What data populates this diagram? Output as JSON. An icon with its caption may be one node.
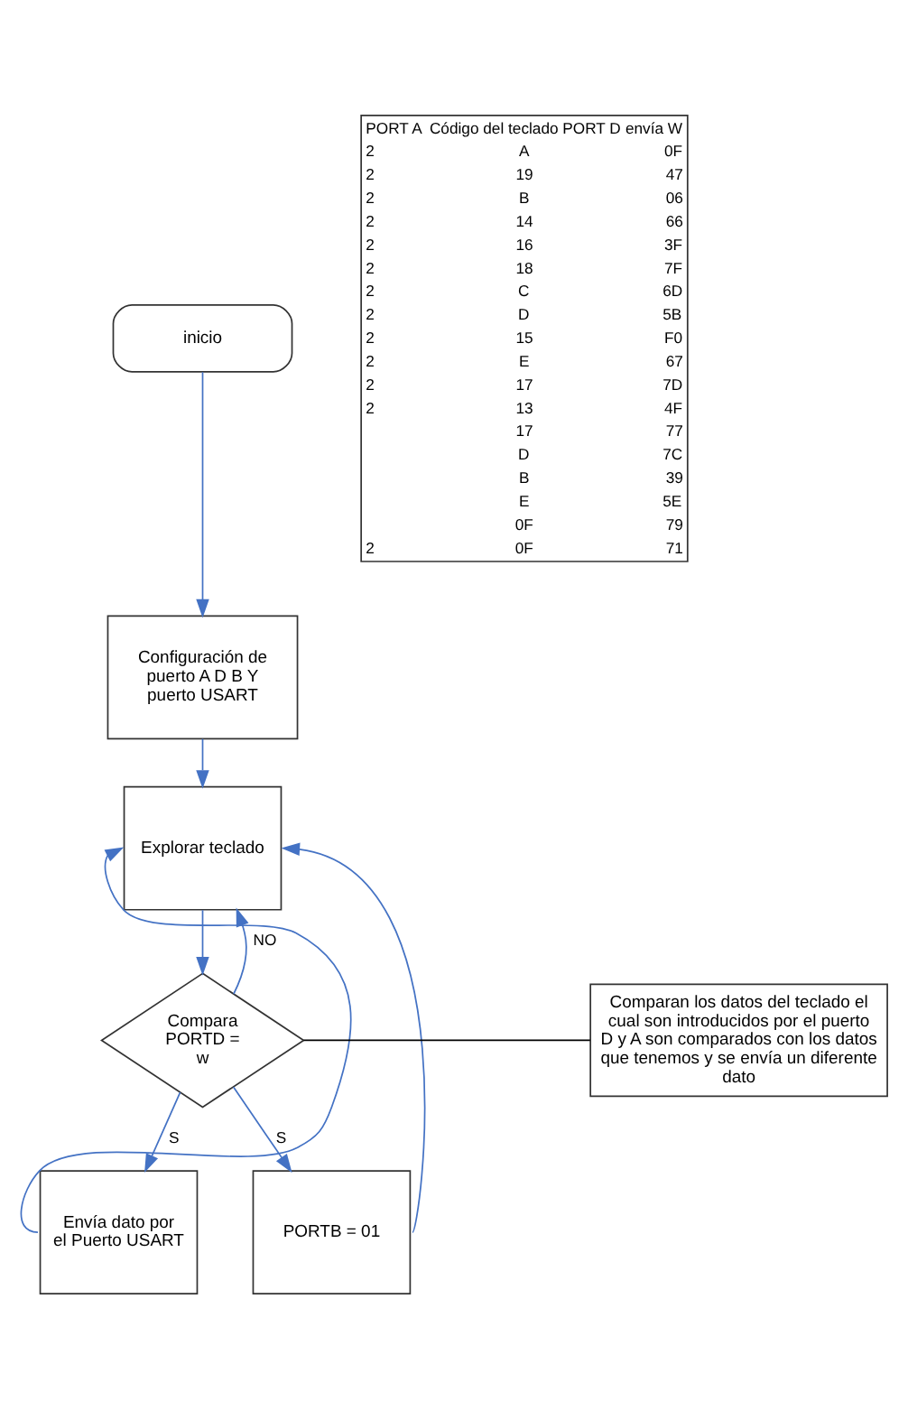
{
  "diagram": {
    "nodes": [
      {
        "text": [
          "inicio"
        ]
      },
      {
        "text": [
          "Configuración de puerto A D B Y puerto USART"
        ]
      },
      {
        "text": [
          "Explorar teclado"
        ]
      },
      {
        "text": [
          "Compara PORTD = w"
        ]
      },
      {
        "text": [
          "Envía dato por el Puerto USART"
        ]
      },
      {
        "text": [
          "PORTB = 01"
        ]
      },
      {
        "text": [
          "Comparan los datos del teclado el cual son introducidos por el puerto D y A son comparados con los datos que tenemos y se envía un diferente dato"
        ]
      }
    ],
    "edges": [
      {
        "from": 0,
        "to": 1,
        "arrow": "to"
      },
      {
        "from": 1,
        "to": 2,
        "arrow": "to"
      },
      {
        "from": 2,
        "to": 3,
        "arrow": "to"
      },
      {
        "from": 3,
        "to": 2,
        "arrow": "to",
        "label": "NO"
      },
      {
        "from": 3,
        "to": 4,
        "arrow": "to",
        "label": "S"
      },
      {
        "from": 3,
        "to": 5,
        "arrow": "to",
        "label": "S"
      },
      {
        "from": 4,
        "to": 2,
        "arrow": "to"
      },
      {
        "from": 5,
        "to": 2,
        "arrow": "to"
      },
      {
        "from": 6,
        "to": 3,
        "arrow": "none",
        "color": "#000000"
      }
    ],
    "labels": [
      "PORT A",
      "Código del teclado PORT D",
      "envía W",
      "2",
      "A",
      "0F",
      "2",
      "19",
      "47",
      "2",
      "B",
      "06",
      "2",
      "14",
      "66",
      "2",
      "16",
      "3F",
      "2",
      "18",
      "7F",
      "2",
      "C",
      "6D",
      "2",
      "D",
      "5B",
      "2",
      "15",
      "F0",
      "2",
      "E",
      "67",
      "2",
      "17",
      "7D",
      "2",
      "13",
      "4F",
      "17",
      "77",
      "D",
      "7C",
      "B",
      "39",
      "E",
      "5E",
      "0F",
      "79",
      "2",
      "0F",
      "71"
    ]
  }
}
